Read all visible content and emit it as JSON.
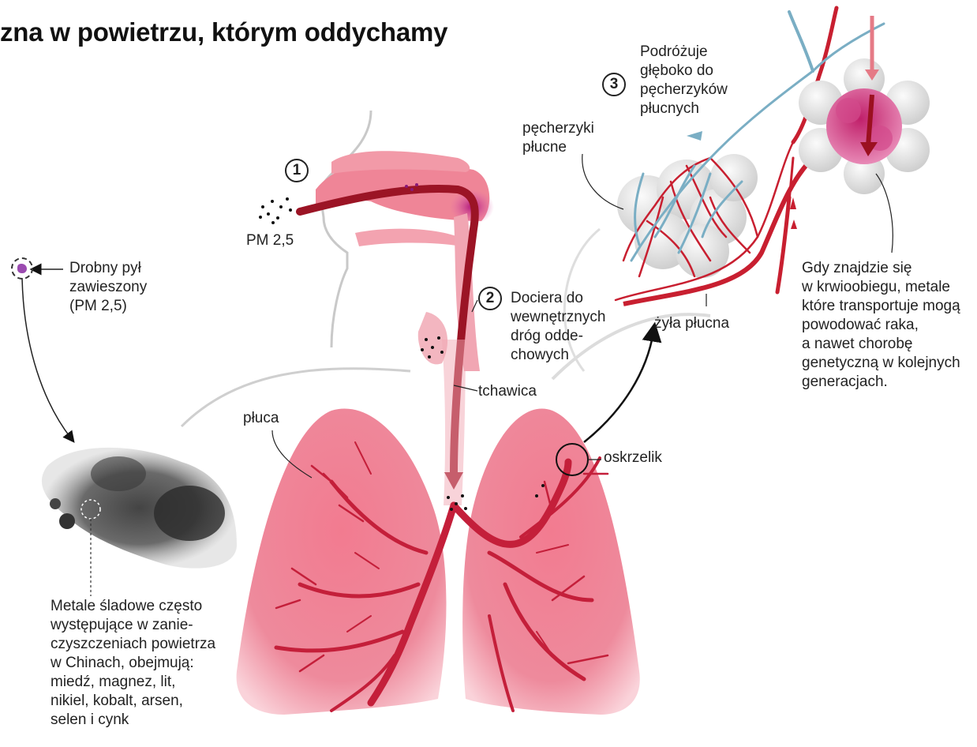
{
  "title": "zna w powietrzu, którym oddychamy",
  "steps": [
    "1",
    "2",
    "3"
  ],
  "labels": {
    "pm25": "PM 2,5",
    "particle_lines": [
      "Drobny pył",
      "zawieszony",
      "(PM 2,5)"
    ],
    "step2_lines": [
      "Dociera do",
      "wewnętrznych",
      "dróg odde-",
      "chowych"
    ],
    "step3_lines": [
      "Podróżuje",
      "głęboko do",
      "pęcherzyków",
      "płucnych"
    ],
    "alveoli_lines": [
      "pęcherzyki",
      "płucne"
    ],
    "vein": "żyła płucna",
    "trachea": "tchawica",
    "lungs": "płuca",
    "bronchiole": "oskrzelik",
    "bloodstream_lines": [
      "Gdy znajdzie się",
      "w krwioobiegu, metale",
      "które transportuje mogą",
      "powodować raka,",
      "a nawet chorobę",
      "genetyczną w kolejnych",
      "generacjach."
    ],
    "metals_lines": [
      "Metale śladowe często",
      "występujące w zanie-",
      "czyszczeniach powietrza",
      "w Chinach, obejmują:",
      "miedź, magnez, lit,",
      "nikiel, kobalt, arsen,",
      "selen i cynk"
    ]
  },
  "colors": {
    "lung": "#ef7d92",
    "lung_light": "#f7c4cd",
    "artery": "#d0142a",
    "vein_blue": "#6aa5bf",
    "alveoli": "#e6e6e6",
    "particle": "#9b4bb0"
  },
  "icons": [
    "particle-icon",
    "arrow-icon"
  ]
}
